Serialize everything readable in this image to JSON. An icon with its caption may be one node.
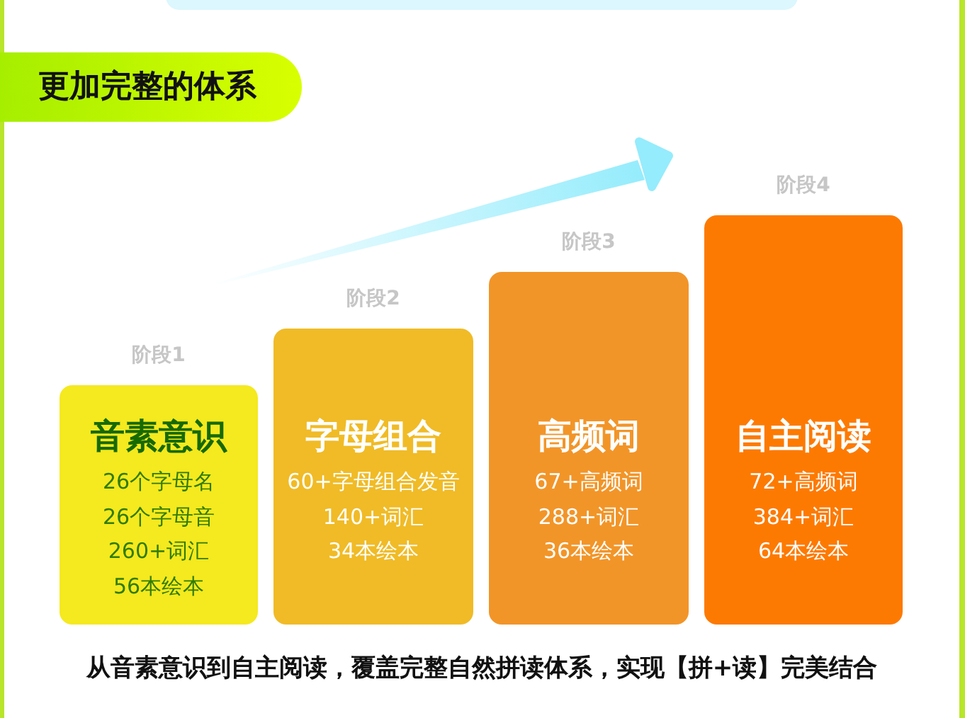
{
  "diagram": {
    "nodes": [
      {
        "text": [
          "更加完整的体系"
        ]
      },
      {
        "text": [
          "音素意识",
          "26个字母名",
          "26个字母音",
          "260+词汇",
          "56本绘本"
        ],
        "beside": [
          "阶段1"
        ]
      },
      {
        "text": [
          "字母组合",
          "60+字母组合发音",
          "140+词汇",
          "34本绘本"
        ],
        "beside": [
          "阶段2"
        ]
      },
      {
        "text": [
          "高频词",
          "67+高频词",
          "288+词汇",
          "36本绘本"
        ],
        "beside": [
          "阶段3"
        ]
      },
      {
        "text": [
          "自主阅读",
          "72+高频词",
          "384+词汇",
          "64本绘本"
        ],
        "beside": [
          "阶段4"
        ]
      }
    ],
    "caption": "从音素意识到自主阅读，覆盖完整自然拼读体系，实现【拼+读】完美结合"
  }
}
